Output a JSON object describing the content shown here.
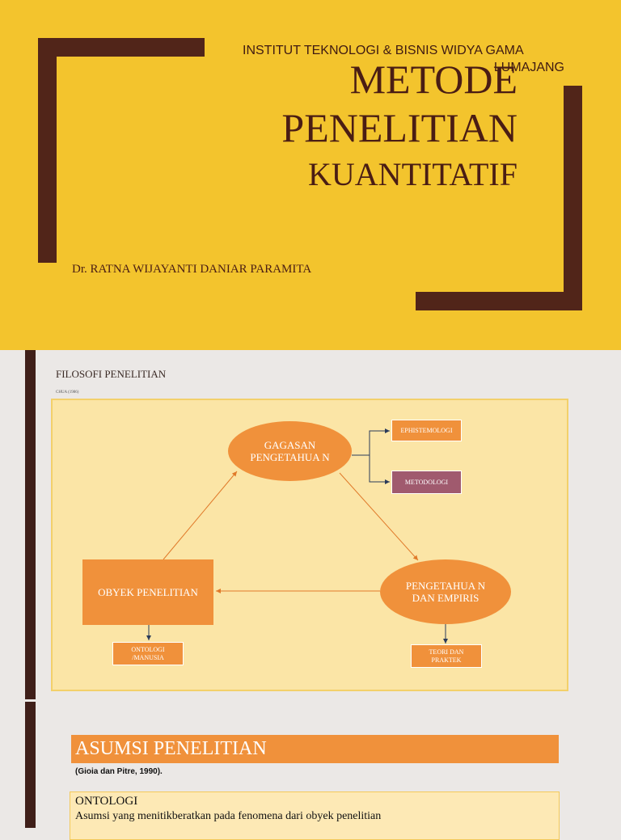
{
  "slide1": {
    "institution_line1": "INSTITUT TEKNOLOGI & BISNIS WIDYA GAMA",
    "institution_line2": "LUMAJANG",
    "title_line1": "METODE",
    "title_line2": "PENELITIAN",
    "title_line3": "KUANTITATIF",
    "author": "Dr. RATNA WIJAYANTI DANIAR PARAMITA",
    "colors": {
      "background": "#f3c42d",
      "frame": "#512519"
    }
  },
  "slide2": {
    "title": "FILOSOFI PENELITIAN",
    "citation": "CHUA (1986)",
    "nodes": {
      "gagasan": "GAGASAN PENGETAHUA N",
      "ephistemologi": "EPHISTEMOLOGI",
      "metodologi": "METODOLOGI",
      "obyek": "OBYEK PENELITIAN",
      "pengetahuan_empiris": "PENGETAHUA N DAN EMPIRIS",
      "ontologi": "ONTOLOGI /MANUSIA",
      "teori": "TEORI DAN PRAKTEK"
    },
    "colors": {
      "node": "#f0913b",
      "metodologi": "#a05a6e",
      "panel": "#fbe5a6"
    }
  },
  "slide3": {
    "heading": "ASUMSI PENELITIAN",
    "citation": "(Gioia dan Pitre, 1990).",
    "box_heading": "ONTOLOGI",
    "box_text": "Asumsi yang menitikberatkan pada fenomena dari obyek penelitian"
  }
}
